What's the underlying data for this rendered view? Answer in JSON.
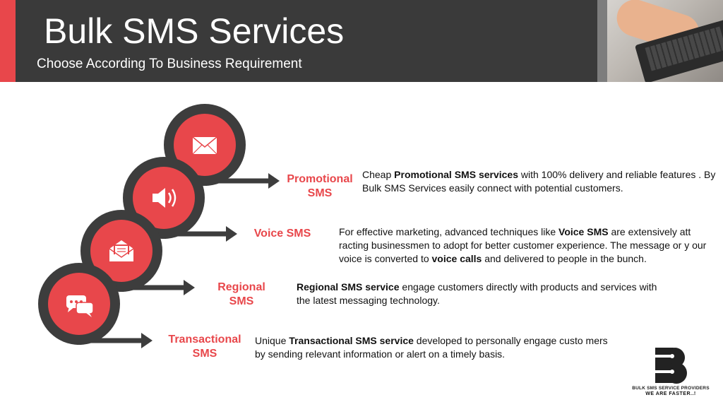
{
  "header": {
    "title": "Bulk SMS Services",
    "subtitle": "Choose According To Business Requirement"
  },
  "colors": {
    "accent": "#e8474b",
    "dark": "#3a3a3a",
    "ring": "#3d3d3d"
  },
  "services": [
    {
      "icon": "envelope-icon",
      "label_line1": "Promotional",
      "label_line2": "SMS",
      "desc_pre": "Cheap ",
      "desc_bold": "Promotional SMS services",
      "desc_post": " with 100% delivery and reliable features . By Bulk SMS Services easily connect with potential customers."
    },
    {
      "icon": "speaker-icon",
      "label_line1": "Voice SMS",
      "label_line2": "",
      "desc_pre": "For effective marketing, advanced techniques like ",
      "desc_bold": "Voice SMS",
      "desc_mid": " are extensively att racting businessmen to adopt for better customer experience. The message or y our voice is converted to ",
      "desc_bold2": "voice calls",
      "desc_post": " and delivered to people in the bunch."
    },
    {
      "icon": "open-envelope-icon",
      "label_line1": "Regional",
      "label_line2": "SMS",
      "desc_pre": "",
      "desc_bold": "Regional SMS service",
      "desc_post": " engage customers directly with products and services with the latest messaging technology."
    },
    {
      "icon": "chat-bubbles-icon",
      "label_line1": "Transactional",
      "label_line2": "SMS",
      "desc_pre": "Unique ",
      "desc_bold": "Transactional SMS service",
      "desc_post": " developed to personally engage custo mers by sending relevant information or alert on a timely basis."
    }
  ],
  "logo": {
    "line1": "BULK SMS SERVICE PROVIDERS",
    "line2": "WE ARE FASTER..!"
  }
}
